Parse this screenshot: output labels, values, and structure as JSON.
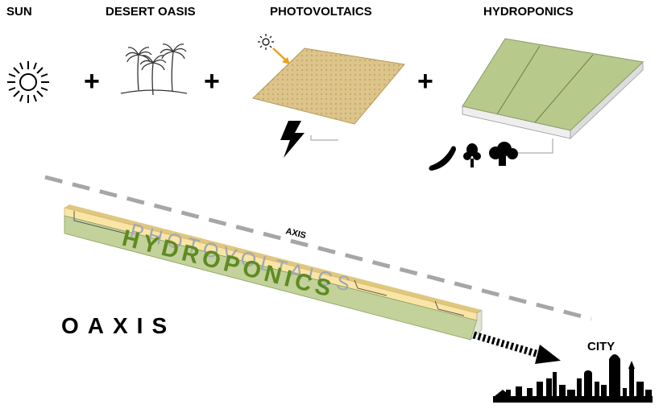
{
  "headers": {
    "sun": "SUN",
    "desert_oasis": "DESERT OASIS",
    "photovoltaics": "PHOTOVOLTAICS",
    "hydroponics": "HYDROPONICS"
  },
  "operators": {
    "plus": "+"
  },
  "axis_label": "AXIS",
  "bar_text": {
    "top": "PHOTOVOLTAICS",
    "side": "HYDROPONICS"
  },
  "title": "OAXIS",
  "city_label": "CITY",
  "colors": {
    "pv_panel": "#dcc48a",
    "hydro_panel": "#b8c98c",
    "bar_top": "#fbe5a6",
    "bar_side": "#c2d29a",
    "hydro_text": "#5f8a22",
    "pv_text": "#9ea7b4",
    "axis_dash": "#a6a6a6",
    "sun_arrow": "#e8a21a"
  },
  "icons": [
    "sun-icon",
    "palm-trees-icon",
    "small-sun-icon",
    "lightning-bolt-icon",
    "cucumber-icon",
    "lettuce-icon",
    "broccoli-icon",
    "city-skyline-icon",
    "dashed-arrow-icon"
  ]
}
